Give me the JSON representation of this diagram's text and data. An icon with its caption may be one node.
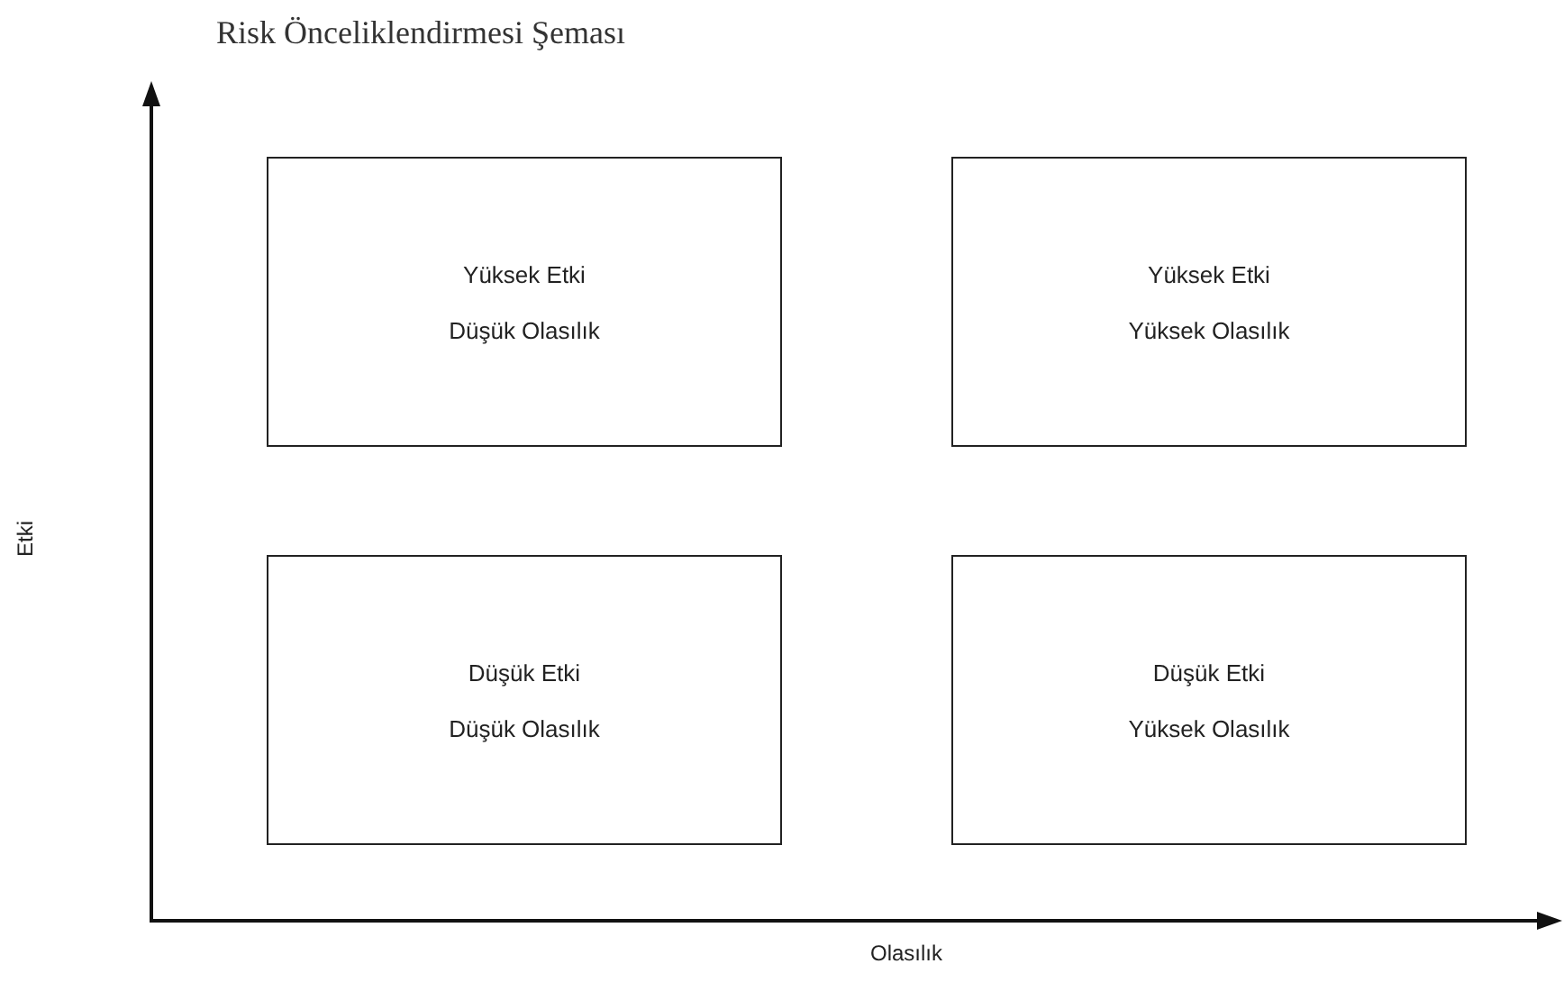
{
  "diagram": {
    "title": "Risk Önceliklendirmesi Şeması",
    "nodes": [
      {
        "text": [
          "Yüksek Etki",
          "Düşük Olasılık"
        ]
      },
      {
        "text": [
          "Yüksek Etki",
          "Yüksek Olasılık"
        ]
      },
      {
        "text": [
          "Düşük Etki",
          "Düşük Olasılık"
        ]
      },
      {
        "text": [
          "Düşük Etki",
          "Yüksek Olasılık"
        ]
      }
    ],
    "edges": [],
    "labels": [
      "Etki",
      "Olasılık"
    ]
  }
}
